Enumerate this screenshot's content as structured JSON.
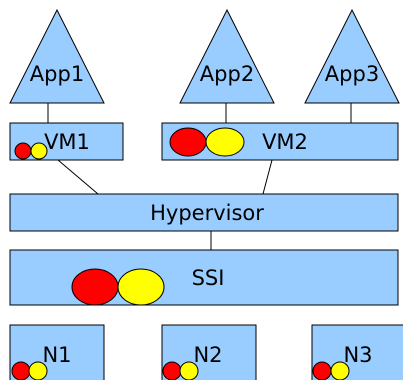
{
  "apps": [
    {
      "label": "App1"
    },
    {
      "label": "App2"
    },
    {
      "label": "App3"
    }
  ],
  "vms": [
    {
      "label": "VM1"
    },
    {
      "label": "VM2"
    }
  ],
  "hypervisor": {
    "label": "Hypervisor"
  },
  "ssi": {
    "label": "SSI"
  },
  "nodes": [
    {
      "label": "N1"
    },
    {
      "label": "N2"
    },
    {
      "label": "N3"
    }
  ],
  "colors": {
    "box_fill": "#99ccff",
    "stroke": "#000000",
    "circle_red": "#ff0000",
    "circle_yellow": "#ffff00"
  }
}
